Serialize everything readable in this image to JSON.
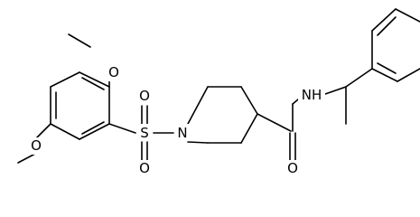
{
  "molecule": {
    "atoms": {
      "o_top": "O",
      "o_bottom": "O",
      "s": "S",
      "o_s_top": "O",
      "o_s_bottom": "O",
      "n_ring": "N",
      "nh": "NH",
      "o_amide": "O"
    },
    "colors": {
      "bond": "#000000",
      "label": "#000000",
      "background": "#ffffff"
    }
  }
}
